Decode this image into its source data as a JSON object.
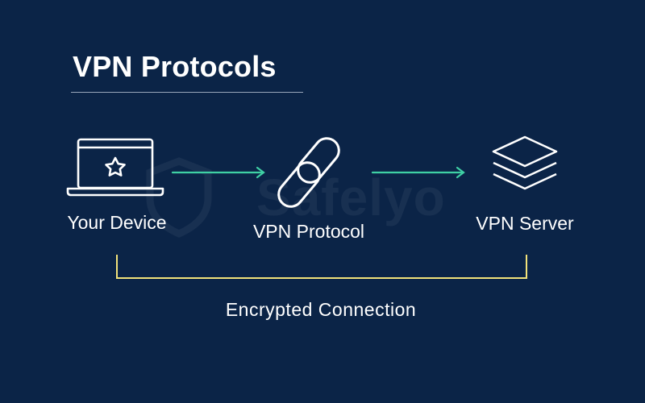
{
  "title": "VPN Protocols",
  "watermark": "Safelyo",
  "nodes": [
    {
      "id": "device",
      "label": "Your Device",
      "icon": "laptop-star-icon"
    },
    {
      "id": "protocol",
      "label": "VPN Protocol",
      "icon": "chain-link-icon"
    },
    {
      "id": "server",
      "label": "VPN Server",
      "icon": "stacked-layers-icon"
    }
  ],
  "edges": [
    {
      "from": "device",
      "to": "protocol"
    },
    {
      "from": "protocol",
      "to": "server"
    }
  ],
  "bracket_label": "Encrypted Connection",
  "colors": {
    "background": "#0b2447",
    "text": "#ffffff",
    "arrow": "#3fd0a4",
    "bracket": "#f2e27a",
    "rule": "#9aa7bb"
  }
}
